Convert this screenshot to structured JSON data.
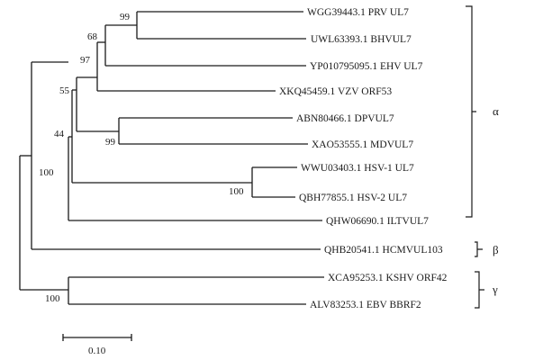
{
  "taxa": [
    "WGG39443.1 PRV UL7",
    "UWL63393.1 BHVUL7",
    "YP010795095.1 EHV UL7",
    "XKQ45459.1 VZV ORF53",
    "ABN80466.1 DPVUL7",
    "XAO53555.1 MDVUL7",
    "WWU03403.1 HSV-1 UL7",
    "QBH77855.1 HSV-2 UL7",
    "QHW06690.1 ILTVUL7",
    "QHB20541.1 HCMVUL103",
    "XCA95253.1 KSHV ORF42",
    "ALV83253.1 EBV BBRF2"
  ],
  "support_values": {
    "prv_bhv": "99",
    "prv_ehv": "68",
    "prv_vzv": "97",
    "dpv_mdv": "99",
    "core_alpha": "55",
    "hsv": "100",
    "alpha_minus_iltv": "44",
    "alpha": "100",
    "gamma": "100"
  },
  "clades": {
    "alpha": "α",
    "beta": "β",
    "gamma": "γ"
  },
  "scale_bar_label": "0.10"
}
